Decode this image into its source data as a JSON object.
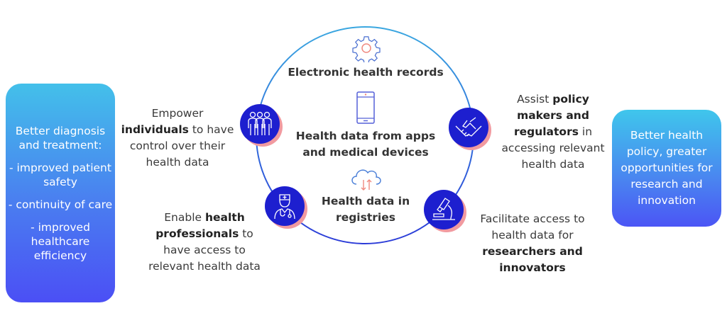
{
  "left_box": {
    "title": "Better diagnosis and treatment:",
    "items": [
      "- improved patient safety",
      "- continuity of care",
      "- improved healthcare efficiency"
    ]
  },
  "right_box": {
    "text": "Better health policy, greater opportunities for research and innovation"
  },
  "center": {
    "ehr": "Electronic health records",
    "apps": "Health data from apps and medical devices",
    "registries": "Health data in registries"
  },
  "captions": {
    "individuals": {
      "pre": "Empower",
      "bold": "individuals",
      "post": "to have control over their health data"
    },
    "professionals": {
      "pre": "Enable",
      "bold": "health professionals",
      "post": "to have access to relevant health data"
    },
    "policy": {
      "pre": "Assist",
      "bold": "policy makers and regulators",
      "post": "in accessing relevant health data"
    },
    "research": {
      "pre": "Facilitate access to health data for",
      "bold": "researchers and innovators",
      "post": ""
    }
  },
  "colors": {
    "ring": "#3b6fd8",
    "badge": "#1d1fcf",
    "badge_shadow": "#f19aa0",
    "accent": "#f08a80"
  }
}
